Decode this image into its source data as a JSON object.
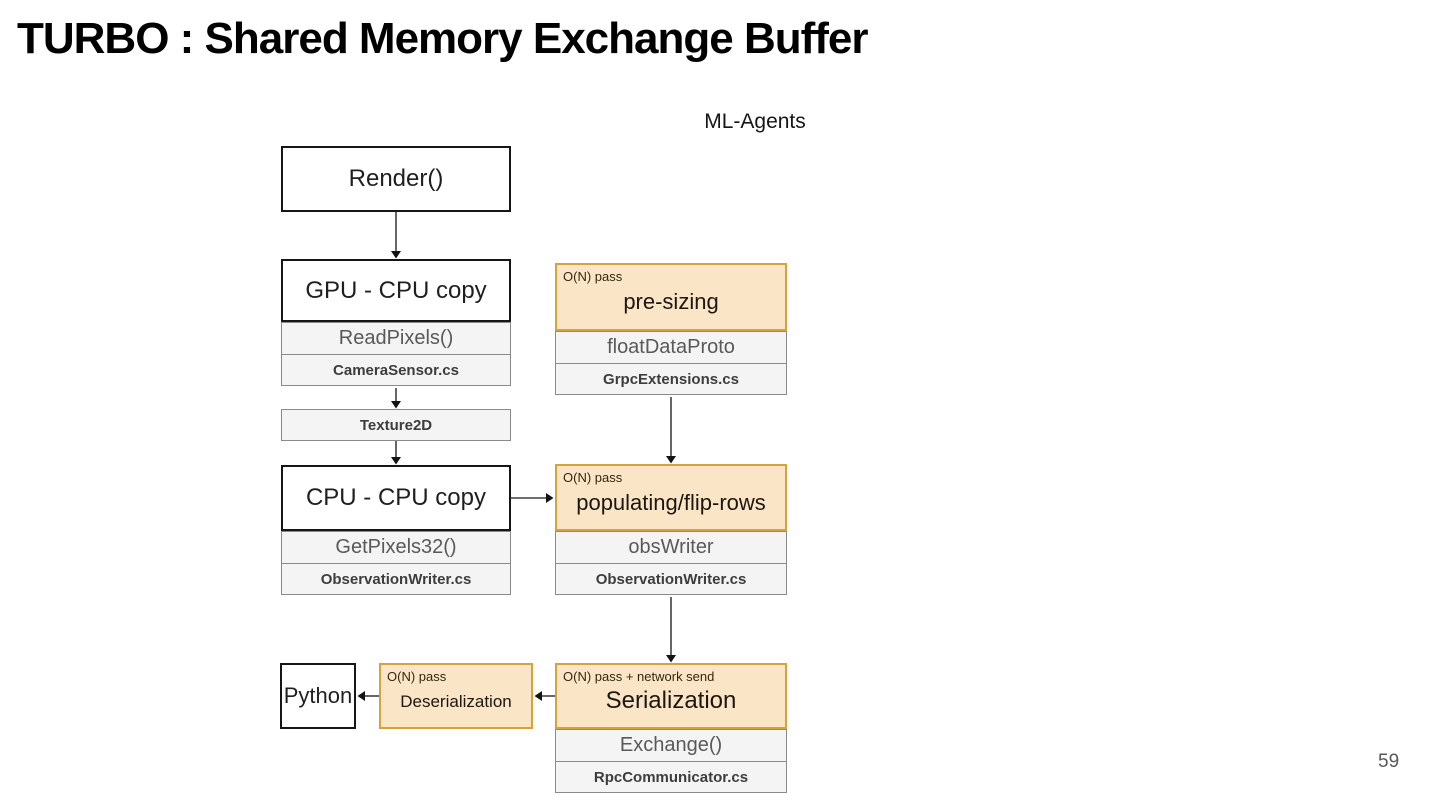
{
  "slide": {
    "title": "TURBO : Shared Memory Exchange Buffer",
    "section_label": "ML-Agents",
    "page_number": "59"
  },
  "colors": {
    "accent_fill": "#FBE5C7",
    "accent_border": "#D5A33C",
    "row_fill": "#F4F4F4",
    "row_border": "#8A8A8A",
    "box_border": "#161616",
    "muted_text": "#595959",
    "arrow": "#3F3F3F"
  },
  "diagram": {
    "unity_column": {
      "render_box": {
        "title": "Render()"
      },
      "gpu_copy_box": {
        "title": "GPU - CPU copy",
        "method": "ReadPixels()",
        "file": "CameraSensor.cs"
      },
      "texture_box": {
        "title": "Texture2D"
      },
      "cpu_copy_box": {
        "title": "CPU - CPU copy",
        "method": "GetPixels32()",
        "file": "ObservationWriter.cs"
      }
    },
    "mlagents_column": {
      "presizing_box": {
        "badge": "O(N) pass",
        "title": "pre-sizing",
        "method": "floatDataProto",
        "file": "GrpcExtensions.cs"
      },
      "populating_box": {
        "badge": "O(N) pass",
        "title": "populating/flip-rows",
        "method": "obsWriter",
        "file": "ObservationWriter.cs"
      },
      "serialization_box": {
        "badge": "O(N) pass + network send",
        "title": "Serialization",
        "method": "Exchange()",
        "file": "RpcCommunicator.cs"
      }
    },
    "python_box": {
      "title": "Python"
    },
    "deserialization_box": {
      "badge": "O(N) pass",
      "title": "Deserialization"
    }
  }
}
